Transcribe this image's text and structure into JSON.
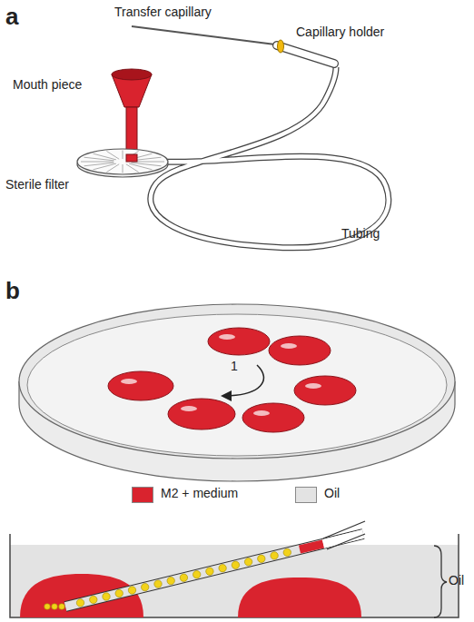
{
  "diagram": {
    "labels": [
      "a",
      "Transfer capillary",
      "Capillary holder",
      "Mouth piece",
      "Sterile filter",
      "Tubing",
      "b",
      "1",
      "Oil"
    ],
    "legend": [
      {
        "text": "M2 + medium",
        "color": "#d9232e"
      },
      {
        "text": "Oil",
        "color": "#e3e3e3"
      }
    ]
  }
}
